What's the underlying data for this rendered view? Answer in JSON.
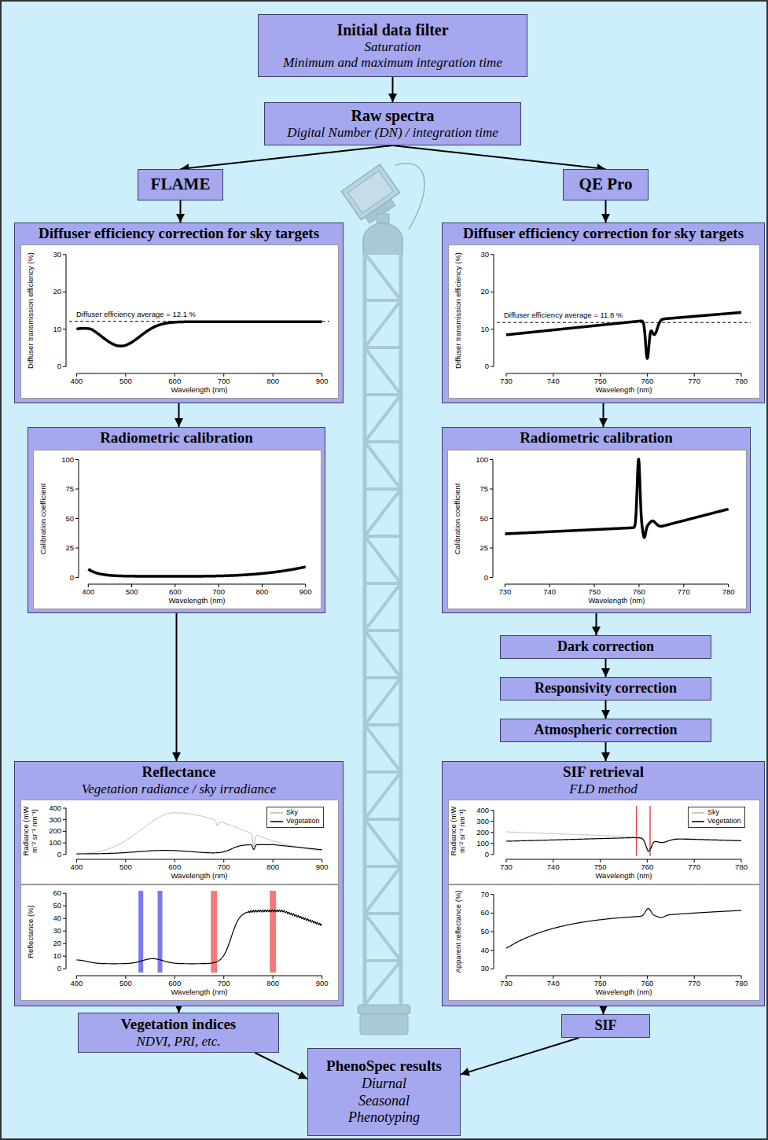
{
  "diagram": {
    "nodes": [
      {
        "text": [
          "Initial data filter",
          "Saturation",
          "Minimum and maximum integration time"
        ]
      },
      {
        "text": [
          "Raw spectra",
          "Digital Number (DN) / integration time"
        ]
      },
      {
        "text": [
          "FLAME"
        ]
      },
      {
        "text": [
          "QE Pro"
        ]
      },
      {
        "text": [
          "Diffuser efficiency correction for sky targets"
        ]
      },
      {
        "text": [
          "Diffuser efficiency correction for sky targets"
        ]
      },
      {
        "text": [
          "Radiometric calibration"
        ]
      },
      {
        "text": [
          "Radiometric calibration"
        ]
      },
      {
        "text": [
          "Dark correction"
        ]
      },
      {
        "text": [
          "Responsivity correction"
        ]
      },
      {
        "text": [
          "Atmospheric correction"
        ]
      },
      {
        "text": [
          "Reflectance",
          "Vegetation radiance / sky irradiance"
        ]
      },
      {
        "text": [
          "SIF retrieval",
          "FLD method"
        ]
      },
      {
        "text": [
          "Vegetation indices",
          "NDVI, PRI, etc."
        ]
      },
      {
        "text": [
          "SIF"
        ]
      },
      {
        "text": [
          "PhenoSpec results",
          "Diurnal",
          "Seasonal",
          "Phenotyping"
        ]
      }
    ],
    "edges": [
      {
        "from": 0,
        "to": 1,
        "arrow": "to"
      },
      {
        "from": 1,
        "to": 2,
        "arrow": "to"
      },
      {
        "from": 1,
        "to": 3,
        "arrow": "to"
      },
      {
        "from": 2,
        "to": 4,
        "arrow": "to"
      },
      {
        "from": 4,
        "to": 6,
        "arrow": "to"
      },
      {
        "from": 6,
        "to": 11,
        "arrow": "to"
      },
      {
        "from": 11,
        "to": 13,
        "arrow": "to"
      },
      {
        "from": 13,
        "to": 15,
        "arrow": "to"
      },
      {
        "from": 3,
        "to": 5,
        "arrow": "to"
      },
      {
        "from": 5,
        "to": 7,
        "arrow": "to"
      },
      {
        "from": 7,
        "to": 8,
        "arrow": "to"
      },
      {
        "from": 8,
        "to": 9,
        "arrow": "to"
      },
      {
        "from": 9,
        "to": 10,
        "arrow": "to"
      },
      {
        "from": 10,
        "to": 12,
        "arrow": "to"
      },
      {
        "from": 12,
        "to": 14,
        "arrow": "to"
      },
      {
        "from": 14,
        "to": 15,
        "arrow": "to"
      }
    ],
    "labels": [
      "Diffuser transmission efficiency (%)",
      "0",
      "10",
      "20",
      "30",
      "400",
      "500",
      "600",
      "700",
      "800",
      "900",
      "Wavelength (nm)",
      "Diffuser efficiency average = 12.1 %",
      "Diffuser transmission efficiency (%)",
      "0",
      "10",
      "20",
      "30",
      "730",
      "740",
      "750",
      "760",
      "770",
      "780",
      "Wavelength (nm)",
      "Diffuser efficiency average = 11.8 %",
      "Calibration coefficient",
      "0",
      "25",
      "50",
      "75",
      "100",
      "400",
      "500",
      "600",
      "700",
      "800",
      "900",
      "Wavelength (nm)",
      "Calibration coefficient",
      "0",
      "25",
      "50",
      "75",
      "100",
      "730",
      "740",
      "750",
      "760",
      "770",
      "780",
      "Wavelength (nm)",
      "Radiance (mW m⁻² sr⁻¹ nm⁻¹)",
      "0",
      "100",
      "200",
      "300",
      "400",
      "400",
      "500",
      "600",
      "700",
      "800",
      "900",
      "Wavelength (nm)",
      "Reflectance (%)",
      "0",
      "10",
      "20",
      "30",
      "40",
      "50",
      "60",
      "400",
      "500",
      "600",
      "700",
      "800",
      "900",
      "Wavelength (nm)",
      "Radiance (mW m⁻² sr⁻¹ nm⁻¹)",
      "0",
      "100",
      "200",
      "300",
      "400",
      "730",
      "740",
      "750",
      "760",
      "770",
      "780",
      "Wavelength (nm)",
      "Apparent reflectance (%)",
      "30",
      "40",
      "50",
      "60",
      "70",
      "730",
      "740",
      "750",
      "760",
      "770",
      "780",
      "Wavelength (nm)"
    ],
    "legend": [
      {
        "text": "Sky"
      },
      {
        "text": "Vegetation"
      },
      {
        "text": "Sky"
      },
      {
        "text": "Vegetation"
      }
    ]
  }
}
